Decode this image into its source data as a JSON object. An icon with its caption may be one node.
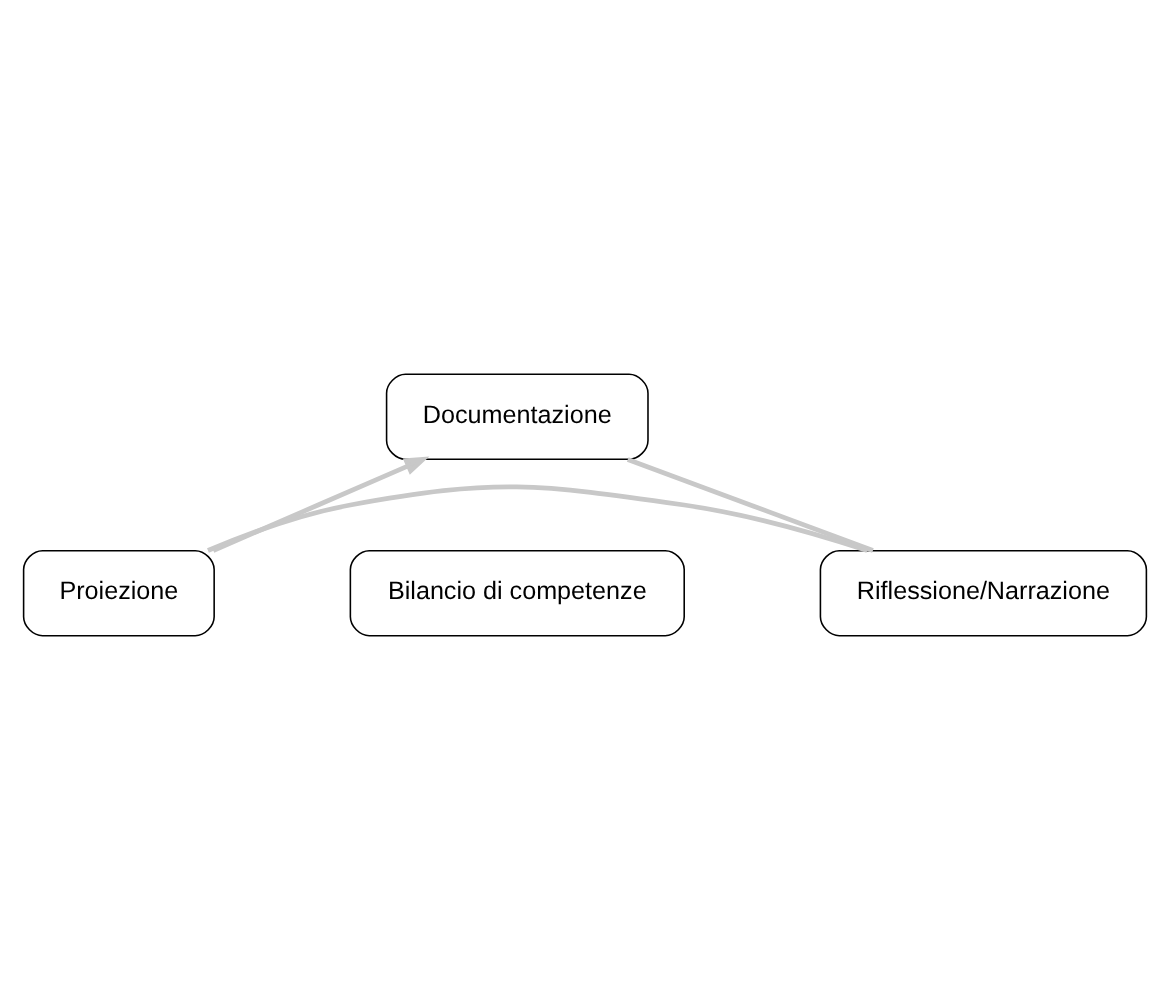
{
  "diagram": {
    "nodes": [
      {
        "text": [
          "Documentazione"
        ]
      },
      {
        "text": [
          "Bilancio di competenze"
        ]
      },
      {
        "text": [
          "Proiezione"
        ]
      },
      {
        "text": [
          "Riflessione/Narrazione"
        ]
      }
    ],
    "edges": [
      {
        "from": 0,
        "to": 3,
        "arrow": "none"
      },
      {
        "from": 3,
        "to": 2,
        "arrow": "none"
      },
      {
        "from": 2,
        "to": 0,
        "arrow": "to"
      }
    ]
  }
}
